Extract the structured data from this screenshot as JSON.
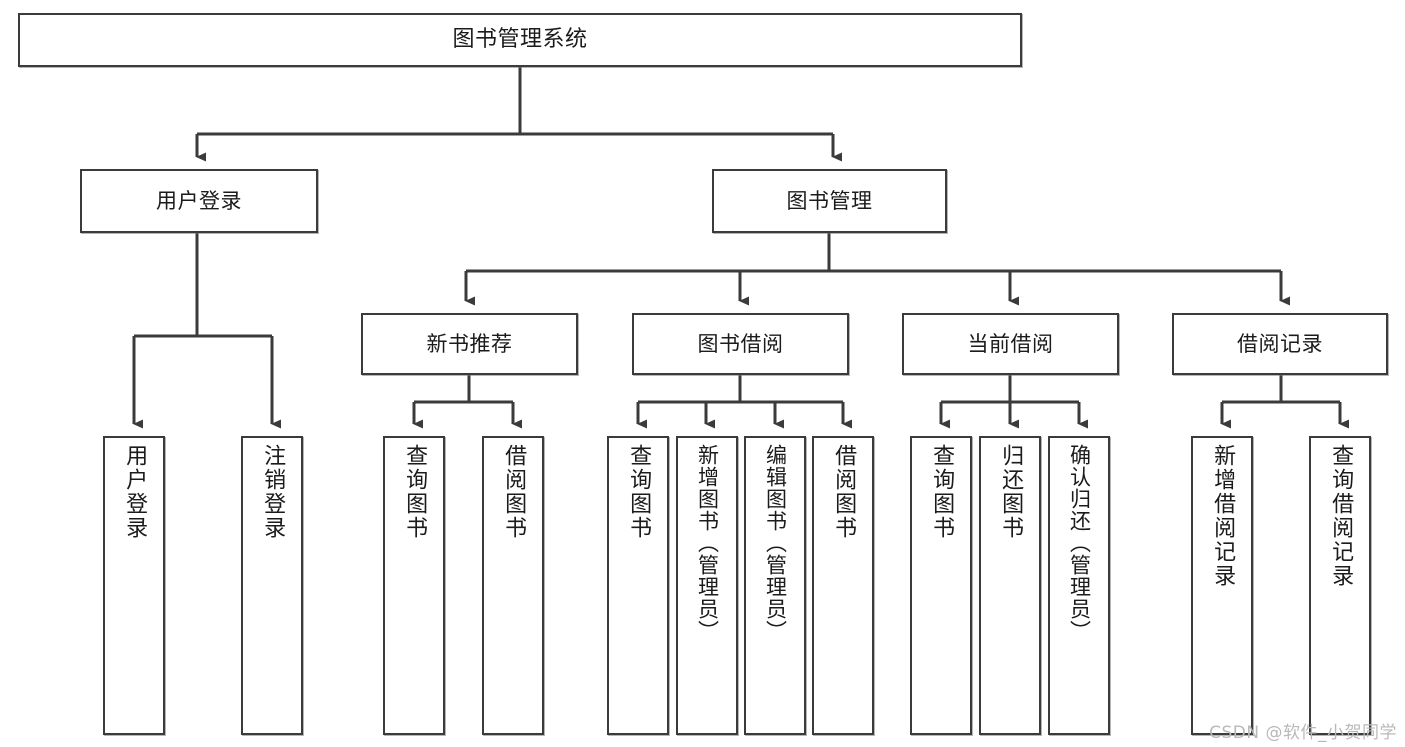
{
  "diagram": {
    "title": "图书管理系统",
    "type": "tree",
    "colors": {
      "node_border": "#3b3b3b",
      "node_fill": "#ffffff",
      "connector": "#3b3b3b",
      "text": "#1b1b1b",
      "watermark": "#b9b9b9"
    },
    "root": {
      "id": "root",
      "label": "图书管理系统"
    },
    "level2": [
      {
        "id": "user-login",
        "label": "用户登录"
      },
      {
        "id": "book-manage",
        "label": "图书管理"
      }
    ],
    "level3": [
      {
        "id": "new-book-recommend",
        "label": "新书推荐"
      },
      {
        "id": "book-borrow",
        "label": "图书借阅"
      },
      {
        "id": "current-borrow",
        "label": "当前借阅"
      },
      {
        "id": "borrow-record",
        "label": "借阅记录"
      }
    ],
    "leaves": {
      "user_login": [
        {
          "id": "leaf-user-login",
          "label": "用户登录"
        },
        {
          "id": "leaf-logout-login",
          "label": "注销登录"
        }
      ],
      "new_book_recommend": [
        {
          "id": "leaf-query-book-1",
          "label": "查询图书"
        },
        {
          "id": "leaf-borrow-book-1",
          "label": "借阅图书"
        }
      ],
      "book_borrow": [
        {
          "id": "leaf-query-book-2",
          "label": "查询图书"
        },
        {
          "id": "leaf-add-book",
          "label": "新增图书（管理员）"
        },
        {
          "id": "leaf-edit-book",
          "label": "编辑图书（管理员）"
        },
        {
          "id": "leaf-borrow-book-2",
          "label": "借阅图书"
        }
      ],
      "current_borrow": [
        {
          "id": "leaf-query-book-3",
          "label": "查询图书"
        },
        {
          "id": "leaf-return-book",
          "label": "归还图书"
        },
        {
          "id": "leaf-confirm-return",
          "label": "确认归还（管理员）"
        }
      ],
      "borrow_record": [
        {
          "id": "leaf-add-record",
          "label": "新增借阅记录"
        },
        {
          "id": "leaf-query-record",
          "label": "查询借阅记录"
        }
      ]
    }
  },
  "watermark": {
    "text": "CSDN @软件_小贺同学"
  }
}
